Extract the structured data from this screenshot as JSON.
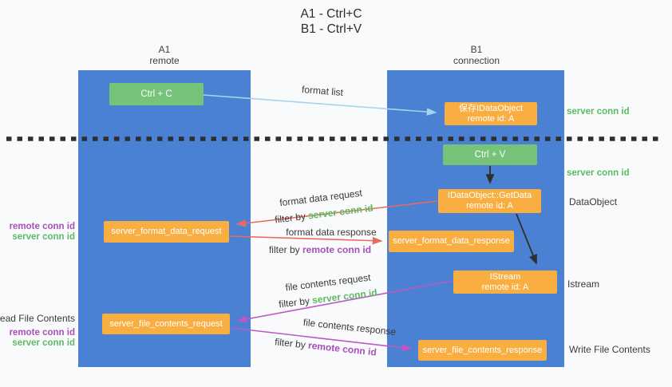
{
  "title": {
    "line1": "A1 - Ctrl+C",
    "line2": "B1 - Ctrl+V"
  },
  "lanes": {
    "a": {
      "name": "A1",
      "subtitle": "remote"
    },
    "b": {
      "name": "B1",
      "subtitle": "connection"
    }
  },
  "nodes": {
    "ctrl_c": {
      "label": "Ctrl + C",
      "color": "green"
    },
    "save_idataobject": {
      "line1": "保存IDataObject",
      "line2": "remote id: A",
      "color": "orange"
    },
    "ctrl_v": {
      "label": "Ctrl + V",
      "color": "green"
    },
    "getdata": {
      "line1": "IDataObject::GetData",
      "line2": "remote id: A",
      "color": "orange"
    },
    "format_request": {
      "label": "server_format_data_request",
      "color": "orange"
    },
    "format_response": {
      "label": "server_format_data_response",
      "color": "orange"
    },
    "istream": {
      "line1": "IStream",
      "line2": "remote id: A",
      "color": "orange"
    },
    "file_request": {
      "label": "server_file_contents_request",
      "color": "orange"
    },
    "file_response": {
      "label": "server_file_contents_response",
      "color": "orange"
    }
  },
  "left_labels": {
    "format_remote_conn_id": "remote conn id",
    "format_server_conn_id": "server conn id",
    "read_file_contents": "Read File Contents",
    "file_remote_conn_id": "remote conn id",
    "file_server_conn_id": "server conn id"
  },
  "right_labels": {
    "server_conn_id_top": "server conn id",
    "server_conn_id_mid": "server conn id",
    "dataobject": "DataObject",
    "istream": "Istream",
    "write_file_contents": "Write File Contents"
  },
  "flow_labels": {
    "format_list": "format list",
    "format_data_request": "format data request",
    "format_request_filter_prefix": "filter by",
    "format_request_filter_term": "server conn id",
    "format_data_response": "format data response",
    "format_response_filter_prefix": "filter by",
    "format_response_filter_term": "remote conn id",
    "file_contents_request": "file contents request",
    "file_request_filter_prefix": "filter by",
    "file_request_filter_term": "server conn id",
    "file_contents_response": "file contents response",
    "file_response_filter_prefix": "filter by",
    "file_response_filter_term": "remote conn id"
  },
  "colors": {
    "lane_blue": "#4a81d3",
    "node_green": "#77c37a",
    "node_orange": "#f9ae42",
    "arrow_light_blue": "#a9d3f1",
    "arrow_red": "#e96a5f",
    "arrow_purple": "#bb58c4",
    "arrow_black": "#2f2f2f",
    "text_green": "#5eba63",
    "text_purple": "#a94fb8",
    "text_dark": "#3a3a3a"
  }
}
